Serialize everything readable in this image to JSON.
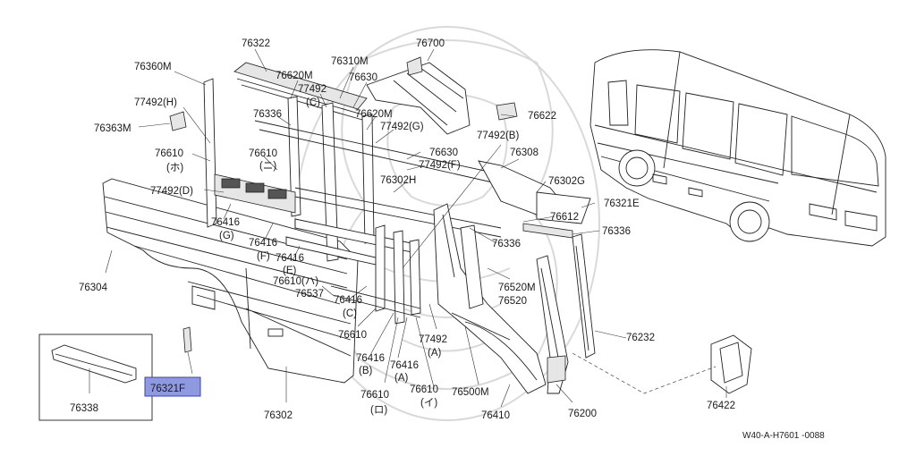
{
  "labels": {
    "l76322": "76322",
    "l76700": "76700",
    "l76360M": "76360M",
    "l76620M_a": "76620M",
    "l76310M": "76310M",
    "l77492_a": "77492",
    "l76630_a": "76630",
    "l77492C": "(C)",
    "l77492H": "77492(H)",
    "l76336_a": "76336",
    "l76620M_b": "76620M",
    "l76622": "76622",
    "l76363M": "76363M",
    "l77492G": "77492(G)",
    "l77492B": "77492(B)",
    "l76610_ho_num": "76610",
    "l76610_ho_kana": "(ホ)",
    "l76610_ni_num": "76610",
    "l76610_ni_kana": "(ニ)",
    "l76630_b": "76630",
    "l77492F": "77492(F)",
    "l76308": "76308",
    "l77492D": "77492(D)",
    "l76302H": "76302H",
    "l76302G": "76302G",
    "l76321E": "76321E",
    "l76416_g_num": "76416",
    "l76416_g_let": "(G)",
    "l76612": "76612",
    "l76336_b": "76336",
    "l76416_f_num": "76416",
    "l76416_f_let": "(F)",
    "l76416_e_num": "76416",
    "l76416_e_let": "(E)",
    "l76336_c": "76336",
    "l76304": "76304",
    "l76610_ha": "76610(ハ)",
    "l76537": "76537",
    "l76416_c_num": "76416",
    "l76416_c_let": "(C)",
    "l76520M": "76520M",
    "l76520": "76520",
    "l76610_a": "76610",
    "l77492A_num": "77492",
    "l77492A_let": "(A)",
    "l76232": "76232",
    "l76416_b_num": "76416",
    "l76416_b_let": "(B)",
    "l76416_a_num": "76416",
    "l76416_a_let": "(A)",
    "l76321F": "76321F",
    "l76610_ro_num": "76610",
    "l76610_ro_kana": "(ロ)",
    "l76610_i_num": "76610",
    "l76610_i_kana": "(イ)",
    "l76500M": "76500M",
    "l76338": "76338",
    "l76302": "76302",
    "l76410": "76410",
    "l76200": "76200",
    "l76422": "76422"
  },
  "diagram_code": "W40-A-H7601 -0088",
  "highlighted_part": "76321F",
  "colors": {
    "highlight_fill": "#8f99e0",
    "highlight_border": "#3b46a8",
    "ink": "#222222",
    "watermark": "#d9d9d9"
  }
}
